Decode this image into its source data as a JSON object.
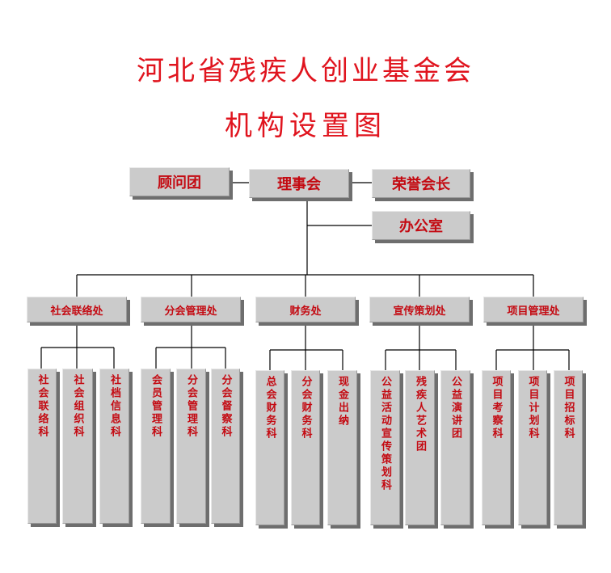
{
  "title_line1": "河北省残疾人创业基金会",
  "title_line2": "机构设置图",
  "top": {
    "advisor": "顾问团",
    "council": "理事会",
    "honorary": "荣誉会长",
    "office": "办公室"
  },
  "depts": [
    {
      "name": "社会联络处",
      "sections": [
        "社会联络科",
        "社会组织科",
        "社档信息科"
      ]
    },
    {
      "name": "分会管理处",
      "sections": [
        "会员管理科",
        "分会管理科",
        "分会督察科"
      ]
    },
    {
      "name": "财务处",
      "sections": [
        "总会财务科",
        "分会财务科",
        "现金出纳"
      ]
    },
    {
      "name": "宣传策划处",
      "sections": [
        "公益活动宣传策划科",
        "残疾人艺术团",
        "公益演讲团"
      ]
    },
    {
      "name": "项目管理处",
      "sections": [
        "项目考察科",
        "项目计划科",
        "项目招标科"
      ]
    }
  ]
}
